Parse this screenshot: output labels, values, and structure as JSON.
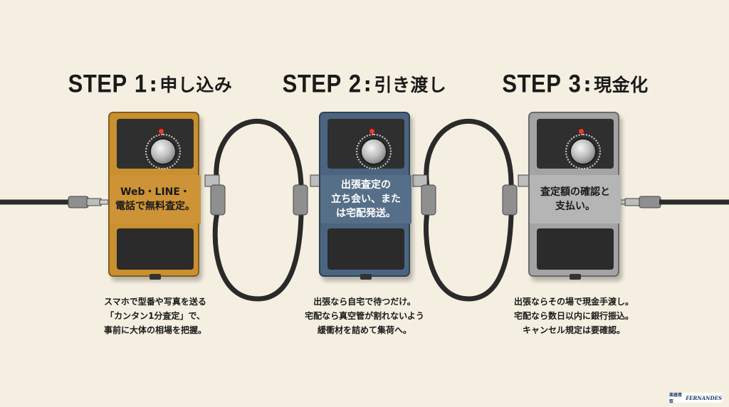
{
  "steps": [
    {
      "step_label": "STEP",
      "number": "1",
      "colon": ":",
      "title": "申し込み",
      "pedal_text": "Web・LINE・\n電話で無料査定。",
      "pedal_color": "#c9902f",
      "panel_color": "#cd9336",
      "description": "スマホで型番や写真を送る\n「カンタン1分査定」で、\n事前に大体の相場を把握。"
    },
    {
      "step_label": "STEP",
      "number": "2",
      "colon": ":",
      "title": "引き渡し",
      "pedal_text": "出張査定の\n立ち会い、また\nは宅配発送。",
      "pedal_color": "#4b6580",
      "panel_color": "#566f88",
      "description": "出張なら自宅で待つだけ。\n宅配なら真空管が割れないよう\n緩衝材を詰めて集荷へ。"
    },
    {
      "step_label": "STEP",
      "number": "3",
      "colon": ":",
      "title": "現金化",
      "pedal_text": "査定額の確認と\n支払い。",
      "pedal_color": "#a4a4a4",
      "panel_color": "#b5b5b5",
      "description": "出張ならその場で現金手渡し。\n宅配なら数日以内に銀行振込。\nキャンセル規定は要確認。"
    }
  ],
  "arrow_glyph": "←",
  "brand": {
    "text": "楽器買取",
    "logo": "FERNANDES"
  },
  "colors": {
    "background": "#f4efe1",
    "cable": "#2a2a2a",
    "plug": "#9a9a9a"
  }
}
